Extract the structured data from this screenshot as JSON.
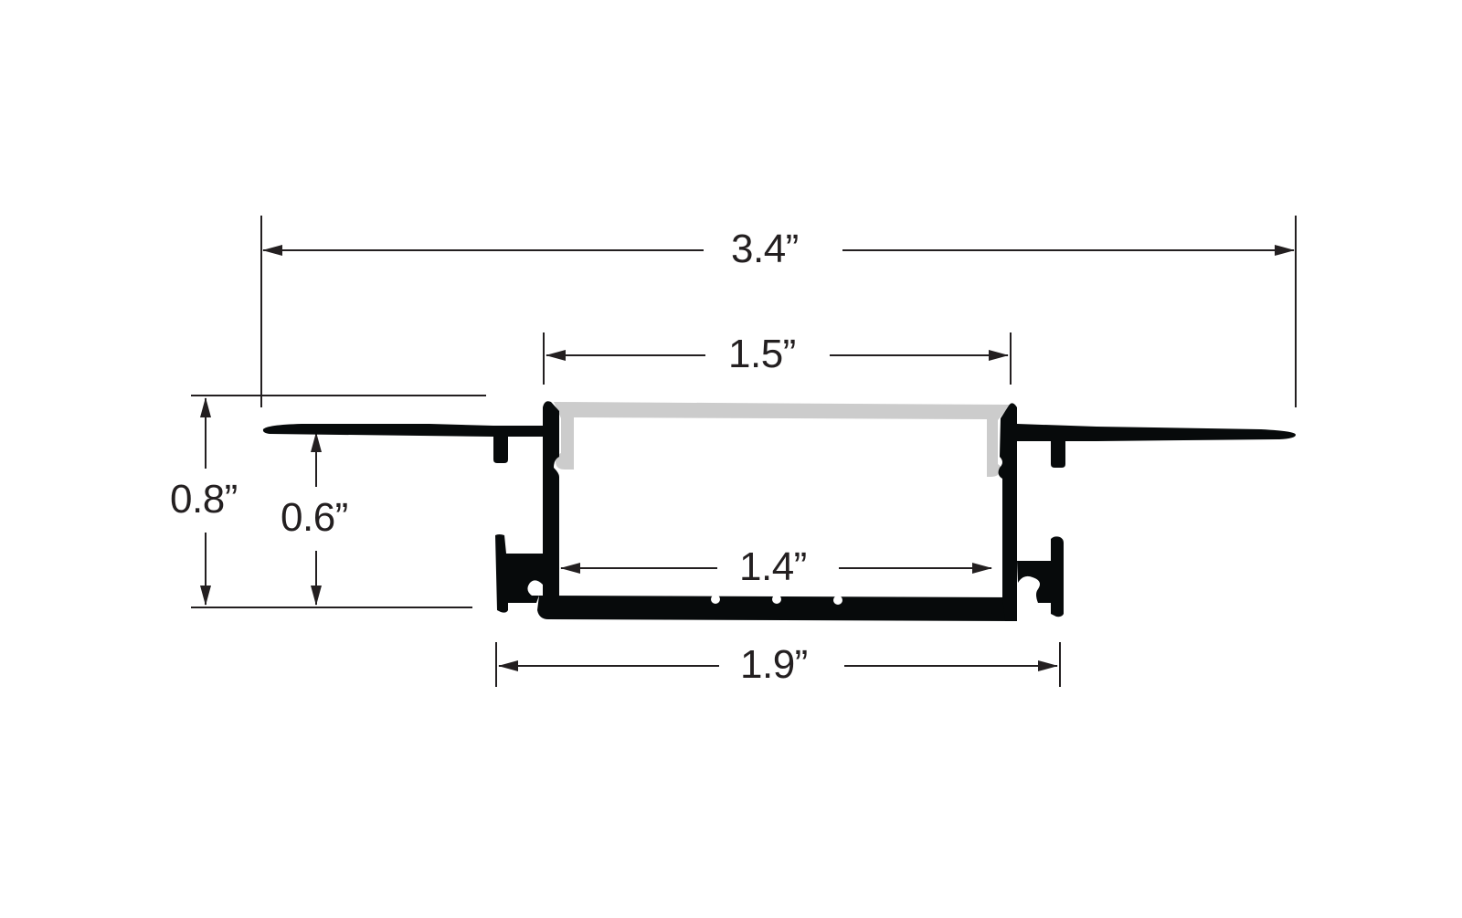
{
  "diagram": {
    "type": "technical cross-section drawing",
    "subject": "recessed aluminum LED channel profile with diffuser",
    "colors": {
      "profile": "#070a0b",
      "diffuser": "#cccccc",
      "dimension_lines": "#231f20",
      "background": "#ffffff"
    },
    "dimensions": {
      "overall_width": "3.4”",
      "diffuser_width": "1.5”",
      "inner_width": "1.4”",
      "body_width": "1.9”",
      "overall_height": "0.8”",
      "body_height_below_flange": "0.6”"
    }
  }
}
